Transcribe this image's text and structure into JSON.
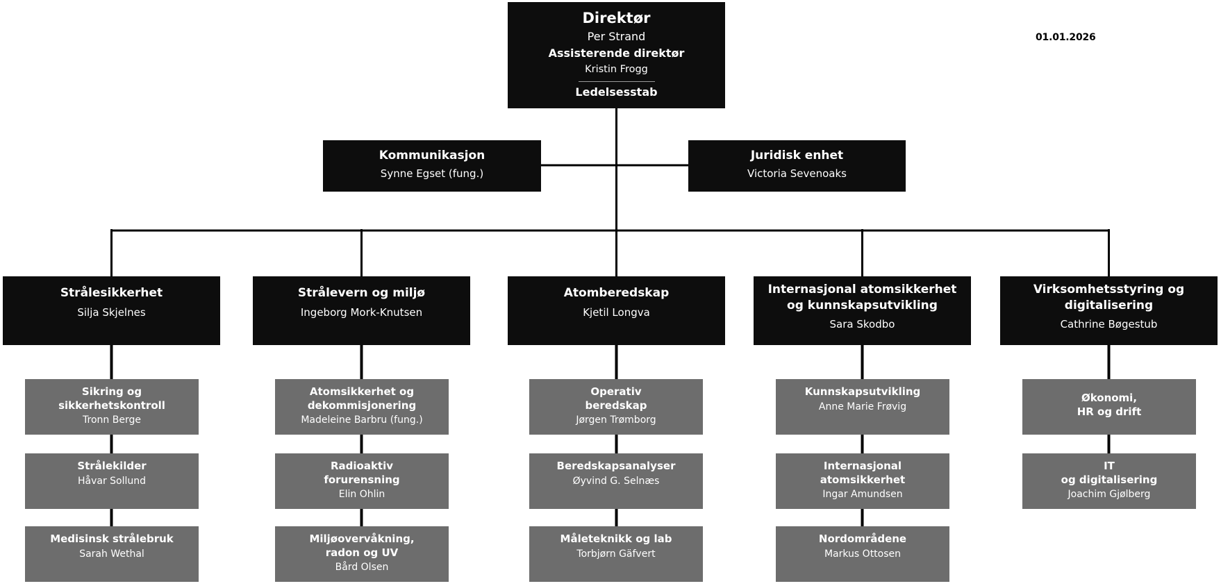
{
  "date": "01.01.2026",
  "colors": {
    "box_black": "#0d0d0d",
    "box_gray": "#6d6d6d",
    "line": "#000000",
    "text": "#ffffff"
  },
  "top": {
    "title": "Direktør",
    "director": "Per Strand",
    "assistant_title": "Assisterende direktør",
    "assistant": "Kristin Frogg",
    "staff": "Ledelsesstab"
  },
  "staff_units": [
    {
      "title": "Kommunikasjon",
      "leader": "Synne Egset (fung.)"
    },
    {
      "title": "Juridisk enhet",
      "leader": "Victoria Sevenoaks"
    }
  ],
  "departments": [
    {
      "title": "Strålesikkerhet",
      "leader": "Silja Skjelnes",
      "sections": [
        {
          "title": "Sikring og\nsikkerhetskontroll",
          "leader": "Tronn Berge"
        },
        {
          "title": "Strålekilder",
          "leader": "Håvar Sollund"
        },
        {
          "title": "Medisinsk strålebruk",
          "leader": "Sarah Wethal"
        }
      ]
    },
    {
      "title": "Strålevern og miljø",
      "leader": "Ingeborg Mork-Knutsen",
      "sections": [
        {
          "title": "Atomsikkerhet og\ndekommisjonering",
          "leader": "Madeleine Barbru (fung.)"
        },
        {
          "title": "Radioaktiv\nforurensning",
          "leader": "Elin Ohlin"
        },
        {
          "title": "Miljøovervåkning,\nradon og UV",
          "leader": "Bård Olsen"
        }
      ]
    },
    {
      "title": "Atomberedskap",
      "leader": "Kjetil Longva",
      "sections": [
        {
          "title": "Operativ\nberedskap",
          "leader": "Jørgen Trømborg"
        },
        {
          "title": "Beredskapsanalyser",
          "leader": "Øyvind G. Selnæs"
        },
        {
          "title": "Måleteknikk og lab",
          "leader": "Torbjørn Gäfvert"
        }
      ]
    },
    {
      "title": "Internasjonal atomsikkerhet\nog kunnskapsutvikling",
      "leader": "Sara Skodbo",
      "sections": [
        {
          "title": "Kunnskapsutvikling",
          "leader": "Anne Marie Frøvig"
        },
        {
          "title": "Internasjonal\natomsikkerhet",
          "leader": "Ingar Amundsen"
        },
        {
          "title": "Nordområdene",
          "leader": "Markus Ottosen"
        }
      ]
    },
    {
      "title": "Virksomhetsstyring og\ndigitalisering",
      "leader": "Cathrine Bøgestub",
      "sections": [
        {
          "title": "Økonomi,\nHR og drift",
          "leader": ""
        },
        {
          "title": "IT\nog digitalisering",
          "leader": "Joachim Gjølberg"
        }
      ]
    }
  ]
}
